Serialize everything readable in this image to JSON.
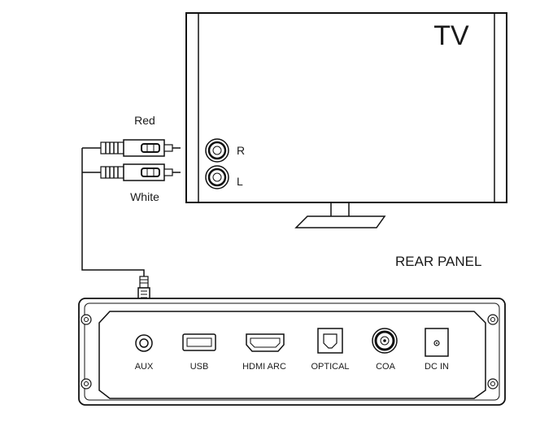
{
  "tv": {
    "title": "TV",
    "jack_right": "R",
    "jack_left": "L"
  },
  "cable": {
    "red_label": "Red",
    "white_label": "White"
  },
  "rear_panel": {
    "title": "REAR PANEL",
    "ports": [
      "AUX",
      "USB",
      "HDMI ARC",
      "OPTICAL",
      "COA",
      "DC IN"
    ]
  }
}
